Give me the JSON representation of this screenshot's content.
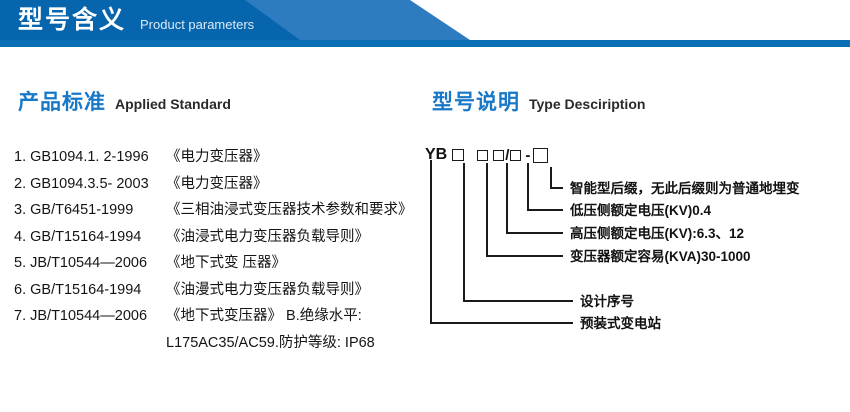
{
  "header": {
    "title_cn": "型号含义",
    "title_en": "Product parameters",
    "band_color_dark": "#0765ad",
    "band_color_light": "#2e7cc0",
    "underline_color": "#0970b5"
  },
  "sections": {
    "left": {
      "title_cn": "产品标准",
      "title_en": "Applied Standard",
      "accent": "#1878c8"
    },
    "right": {
      "title_cn": "型号说明",
      "title_en": "Type Desciription",
      "accent": "#1878c8"
    }
  },
  "standards": [
    {
      "index": "1.",
      "code": "GB1094.1. 2-1996",
      "name": "《电力变压器》"
    },
    {
      "index": "2.",
      "code": "GB1094.3.5- 2003",
      "name": "《电力变压器》"
    },
    {
      "index": "3.",
      "code": "GB/T6451-1999",
      "name": "《三相油浸式变压器技术参数和要求》"
    },
    {
      "index": "4.",
      "code": "GB/T15164-1994",
      "name": "《油浸式电力变压器负载导则》"
    },
    {
      "index": "5.",
      "code": "JB/T10544—2006",
      "name": "《地下式变 压器》"
    },
    {
      "index": "6.",
      "code": "GB/T15164-1994",
      "name": "《油漫式电力变压器负载导则》"
    },
    {
      "index": "7.",
      "code": "JB/T10544—2006",
      "name": "《地下式变压器》 B.绝缘水平:"
    }
  ],
  "standards_continuation": "L175AC35/AC59.防护等级: IP68",
  "type_code": {
    "prefix": "YB",
    "symbols": [
      "box",
      "box",
      "box",
      "slash",
      "box",
      "dash",
      "box"
    ],
    "slash": "/",
    "dash": "-"
  },
  "callouts": [
    {
      "id": "intelligent-suffix",
      "label": "智能型后缀，无此后缀则为普通地埋变"
    },
    {
      "id": "lv-rated-voltage",
      "label": "低压侧额定电压(KV)0.4"
    },
    {
      "id": "hv-rated-voltage",
      "label": "高压侧额定电压(KV):6.3、12"
    },
    {
      "id": "rated-capacity",
      "label": "变压器额定容易(KVA)30-1000"
    },
    {
      "id": "design-serial",
      "label": "设计序号"
    },
    {
      "id": "prefab-substation",
      "label": "预装式变电站"
    }
  ]
}
